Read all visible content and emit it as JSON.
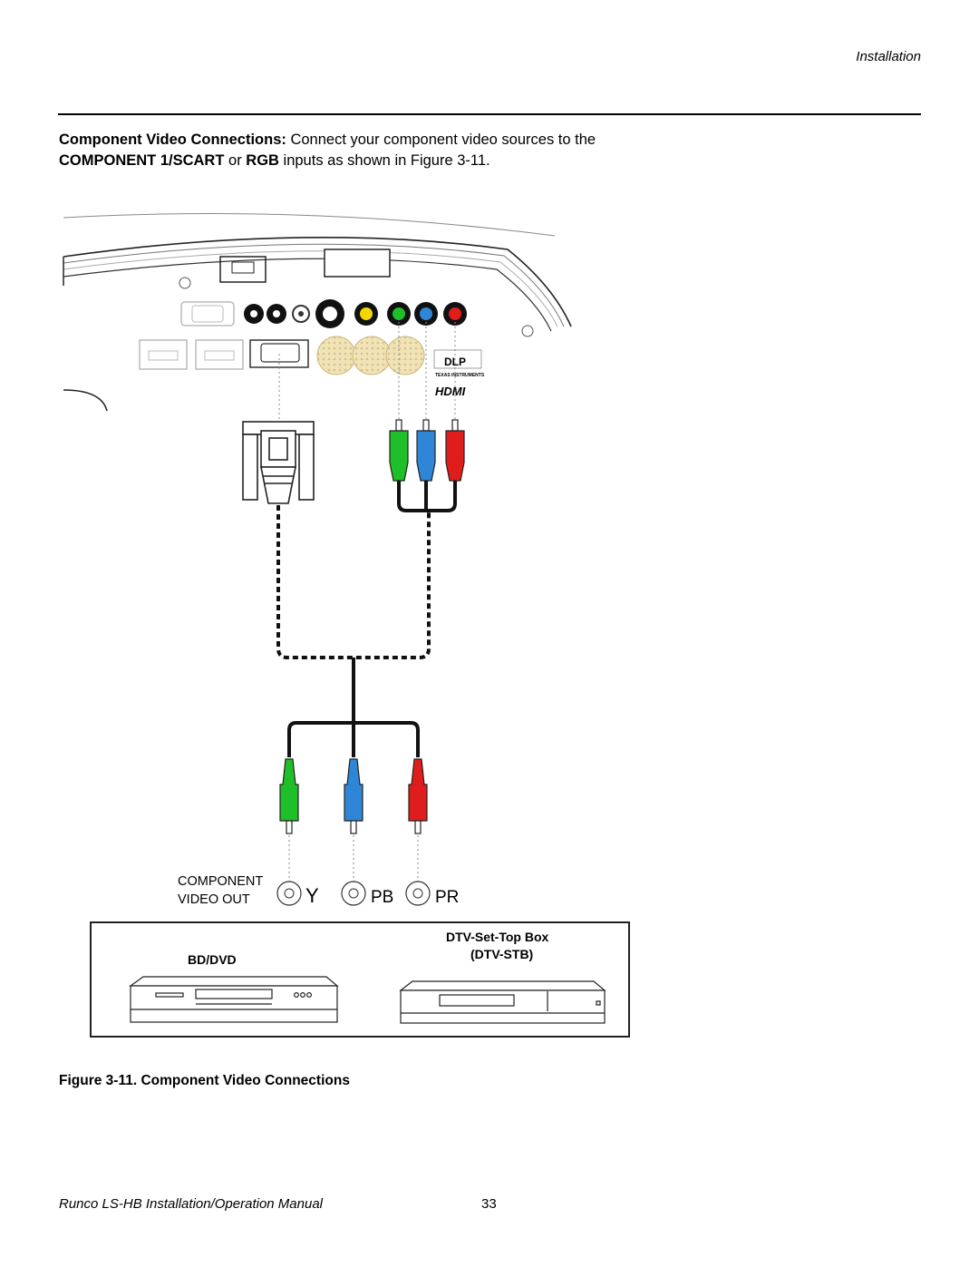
{
  "header": {
    "section": "Installation"
  },
  "intro": {
    "lead": "Component Video Connections:",
    "text1": " Connect your component video sources to the ",
    "comp": "COMPONENT 1/SCART",
    "or": " or ",
    "rgb": "RGB",
    "text2": " inputs as shown in Figure 3-11."
  },
  "diagram": {
    "projector_logos": {
      "dlp": "DLP",
      "ti": "TEXAS INSTRUMENTS",
      "hdmi": "HDMI"
    },
    "component_label_line1": "COMPONENT",
    "component_label_line2": "VIDEO OUT",
    "jack_y": "Y",
    "jack_pb": "PB",
    "jack_pr": "PR",
    "device_left": "BD/DVD",
    "device_right_line1": "DTV-Set-Top Box",
    "device_right_line2": "(DTV-STB)",
    "colors": {
      "green": "#1fbf2a",
      "blue": "#2f86d6",
      "red": "#e01d1d"
    }
  },
  "figure": {
    "caption": "Figure 3-11. Component Video Connections"
  },
  "footer": {
    "title": "Runco LS-HB Installation/Operation Manual",
    "page": "33"
  }
}
